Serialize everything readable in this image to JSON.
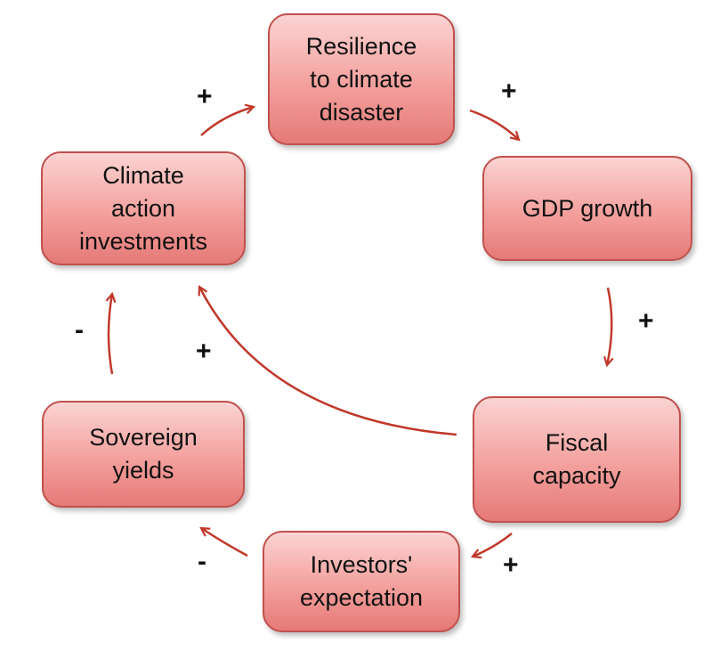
{
  "nodes": {
    "resilience": "Resilience\nto climate\ndisaster",
    "gdp": "GDP growth",
    "fiscal": "Fiscal\ncapacity",
    "investors": "Investors'\nexpectation",
    "sovereign": "Sovereign\nyields",
    "climate": "Climate\naction\ninvestments"
  },
  "links": {
    "climate_to_resilience": "+",
    "resilience_to_gdp": "+",
    "gdp_to_fiscal": "+",
    "fiscal_to_investors": "+",
    "investors_to_sovereign": "-",
    "sovereign_to_climate": "-",
    "fiscal_to_climate": "+"
  },
  "colors": {
    "arrow": "#c0392b",
    "node_border": "#c0504d",
    "node_fill": "#f3a09d"
  }
}
